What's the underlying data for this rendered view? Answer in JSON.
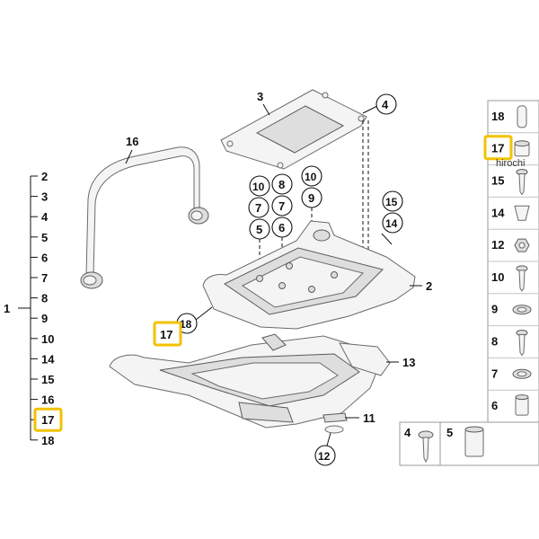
{
  "left_list": {
    "group_label": "1",
    "items": [
      "2",
      "3",
      "4",
      "5",
      "6",
      "7",
      "8",
      "9",
      "10",
      "14",
      "15",
      "16",
      "17",
      "18"
    ],
    "highlighted": "17"
  },
  "callouts": {
    "c3": "3",
    "c4": "4",
    "c16": "16",
    "c10a": "10",
    "c8": "8",
    "c10b": "10",
    "c7a": "7",
    "c7b": "7",
    "c9": "9",
    "c5": "5",
    "c6": "6",
    "c15": "15",
    "c14": "14",
    "c2": "2",
    "c18": "18",
    "c17": "17",
    "c13": "13",
    "c11": "11",
    "c12": "12"
  },
  "right_column": [
    "18",
    "17",
    "15",
    "14",
    "12",
    "10",
    "9",
    "8",
    "7",
    "6"
  ],
  "bottom_box": [
    "4",
    "5"
  ],
  "watermark": "hirochi",
  "colors": {
    "highlight": "#f2c200",
    "stroke": "#111111",
    "part_fill": "#f4f4f4"
  }
}
